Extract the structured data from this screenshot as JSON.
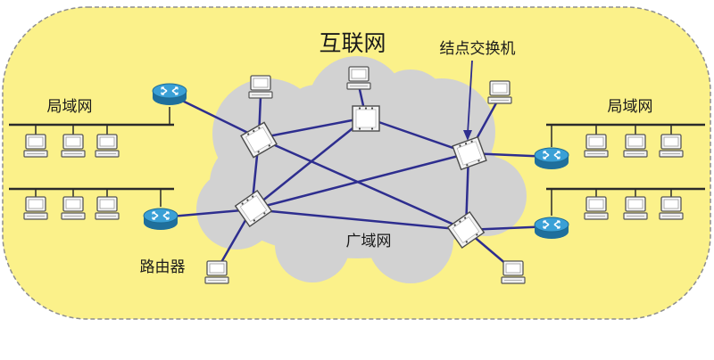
{
  "labels": {
    "internet": "互联网",
    "node_switch": "结点交换机",
    "lan_left": "局域网",
    "lan_right": "局域网",
    "router": "路由器",
    "wan": "广域网"
  },
  "colors": {
    "background": "#FBF18A",
    "background_border": "#8E8E8E",
    "cloud": "#D2D2D2",
    "link": "#2E2E8F",
    "bus": "#2B2B2B",
    "router_blue": "#2E93C9",
    "switch_fill": "#F2F2F2"
  },
  "icons": [
    "router-icon",
    "node-switch-icon",
    "computer-icon"
  ]
}
